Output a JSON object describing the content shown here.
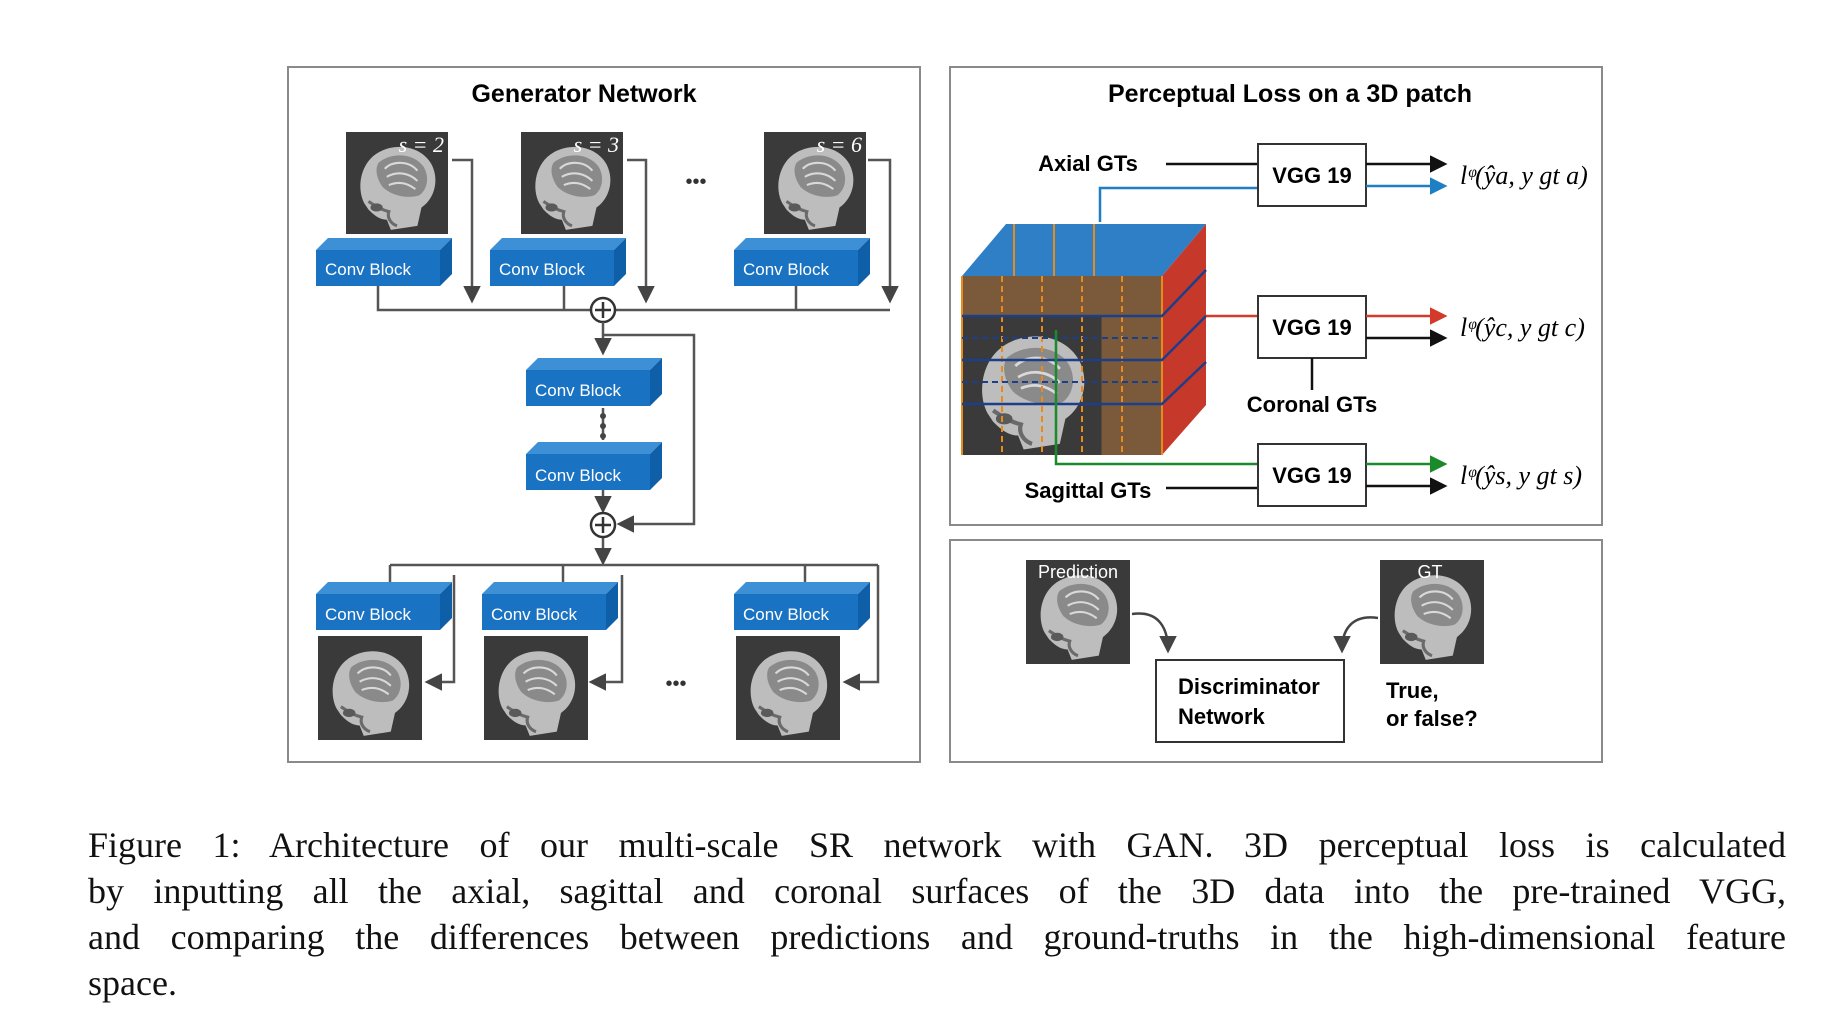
{
  "generator": {
    "title": "Generator Network",
    "scales": [
      "s = 2",
      "s = 3",
      "s = 6"
    ],
    "conv_label": "Conv Block",
    "ellipsis": "•••",
    "plus": "⊕"
  },
  "perceptual": {
    "title": "Perceptual Loss on a 3D patch",
    "axial": "Axial GTs",
    "coronal": "Coronal GTs",
    "sagittal": "Sagittal GTs",
    "vgg": "VGG 19",
    "loss_a": "lᵠ(ŷa, y gt a)",
    "loss_c": "lᵠ(ŷc, y gt c)",
    "loss_s": "lᵠ(ŷs, y gt s)",
    "colors": {
      "axial": "#1f7fc4",
      "coronal": "#d23a2a",
      "sagittal": "#1a8a2a",
      "grid": "#e88a1c"
    }
  },
  "discriminator": {
    "prediction": "Prediction",
    "gt": "GT",
    "network_line1": "Discriminator",
    "network_line2": "Network",
    "question_line1": "True,",
    "question_line2": "or false?"
  },
  "caption": {
    "line1": "Figure 1: Architecture of our multi-scale SR network with GAN. 3D perceptual loss is calculated",
    "line2": "by inputting all the axial, sagittal and coronal surfaces of the 3D data into the pre-trained VGG,",
    "line3": "and comparing the differences between predictions and ground-truths in the high-dimensional feature",
    "line4": "space."
  },
  "colors": {
    "conv_block": "#1a72c2",
    "panel_border": "#888888",
    "arrow": "#555555"
  }
}
